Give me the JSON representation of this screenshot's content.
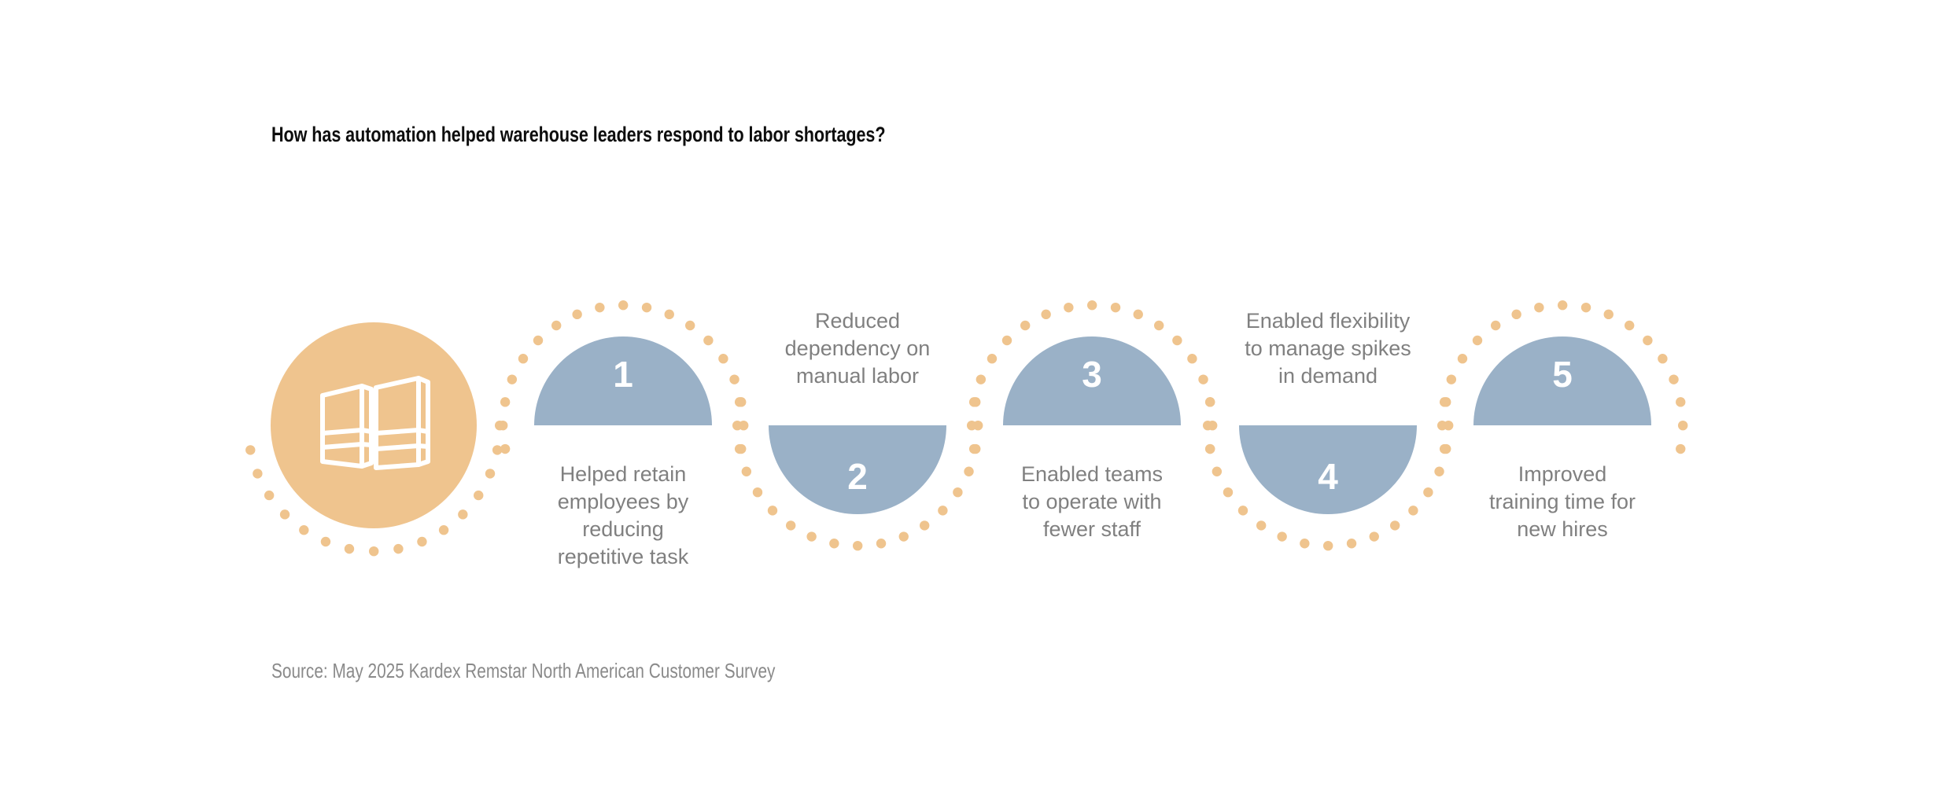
{
  "title": "How has automation helped warehouse leaders respond to labor shortages?",
  "source": "Source: May 2025 Kardex Remstar North American Customer Survey",
  "colors": {
    "orange": "#efc48e",
    "blue": "#9ab1c7",
    "caption_gray": "#808080",
    "title_black": "#0d0d0d",
    "source_gray": "#8a8a8a",
    "number_white": "#ffffff",
    "background": "#ffffff"
  },
  "lead": {
    "icon": "warehouse-shelving-icon"
  },
  "chart_data": {
    "type": "table",
    "title": "How has automation helped warehouse leaders respond to labor shortages?",
    "subtitle": "",
    "xlabel": "",
    "ylabel": "",
    "legend": [],
    "categories": [
      "Helped retain employees by reducing repetitive task",
      "Reduced dependency on manual labor",
      "Enabled teams to operate with fewer staff",
      "Enabled flexibility to manage spikes in demand",
      "Improved training time for new hires"
    ],
    "values": [
      1,
      2,
      3,
      4,
      5
    ],
    "annotation": "Source: May 2025 Kardex Remstar North American Customer Survey"
  },
  "steps": [
    {
      "number": "1",
      "caption": "Helped retain\nemployees by\nreducing\nrepetitive task",
      "orientation": "up"
    },
    {
      "number": "2",
      "caption": "Reduced\ndependency on\nmanual labor",
      "orientation": "down"
    },
    {
      "number": "3",
      "caption": "Enabled teams\nto operate with\nfewer staff",
      "orientation": "up"
    },
    {
      "number": "4",
      "caption": "Enabled flexibility\nto manage spikes\nin demand",
      "orientation": "down"
    },
    {
      "number": "5",
      "caption": "Improved\ntraining time for\nnew hires",
      "orientation": "up"
    }
  ]
}
